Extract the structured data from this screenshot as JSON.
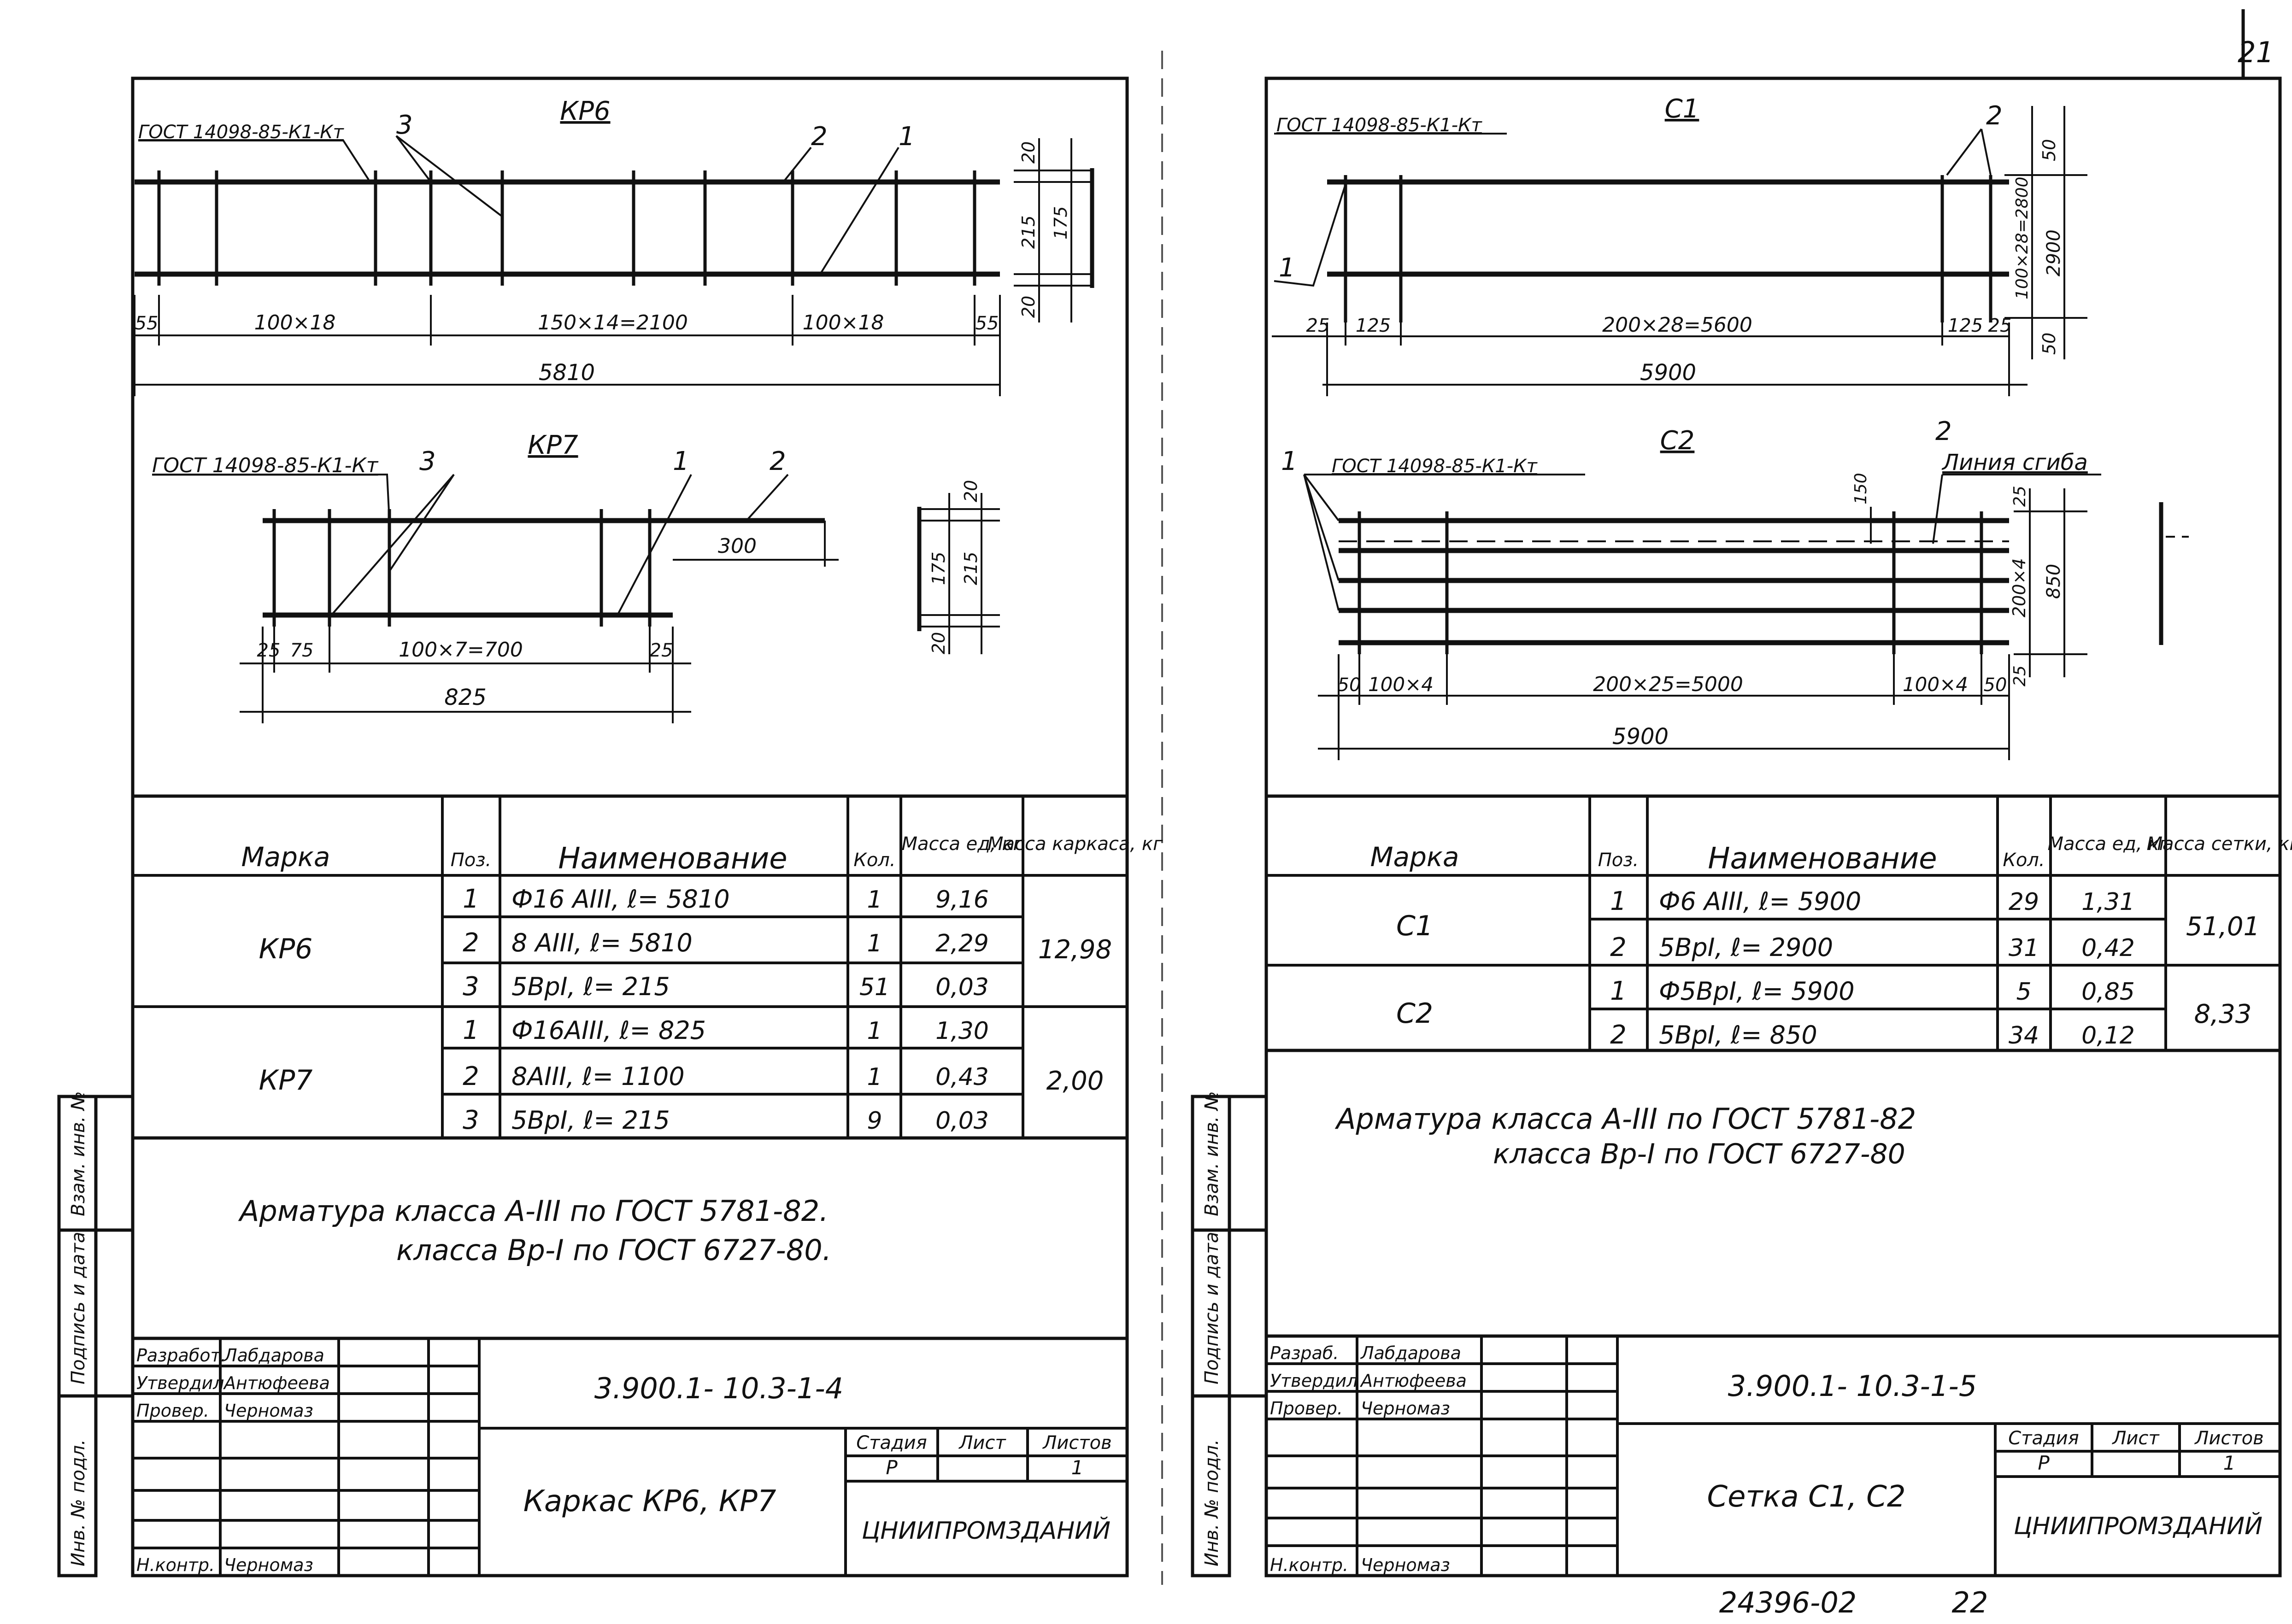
{
  "page_number": "21",
  "bottom_code": "24396-02",
  "bottom_num": "22",
  "left": {
    "kr6": {
      "title": "КР6",
      "gost": "ГОСТ 14098-85-К1-Кт",
      "pos3": "3",
      "pos2": "2",
      "pos1": "1",
      "dims": {
        "a": "55",
        "b": "100×18",
        "c": "150×14=2100",
        "d": "100×18",
        "e": "55",
        "total": "5810",
        "v20a": "20",
        "v175": "175",
        "v215": "215",
        "v20b": "20"
      }
    },
    "kr7": {
      "title": "КР7",
      "gost": "ГОСТ 14098-85-К1-Кт",
      "pos3": "3",
      "pos1": "1",
      "pos2": "2",
      "dims": {
        "a": "25",
        "b": "75",
        "c": "100×7=700",
        "d": "25",
        "total": "825",
        "l300": "300",
        "v20a": "20",
        "v175": "175",
        "v215": "215",
        "v20b": "20"
      }
    },
    "table": {
      "headers": {
        "mark": "Марка",
        "pos": "Поз.",
        "name": "Наименование",
        "qty": "Кол.",
        "mass_unit": "Масса ед, кг",
        "mass_total": "Масса каркаса, кг"
      },
      "groups": [
        {
          "mark": "КР6",
          "total": "12,98",
          "rows": [
            {
              "pos": "1",
              "name": "Ф16 АIII,   ℓ= 5810",
              "qty": "1",
              "mass": "9,16"
            },
            {
              "pos": "2",
              "name": "8 АIII,   ℓ= 5810",
              "qty": "1",
              "mass": "2,29"
            },
            {
              "pos": "3",
              "name": "5ВрI,   ℓ= 215",
              "qty": "51",
              "mass": "0,03"
            }
          ]
        },
        {
          "mark": "КР7",
          "total": "2,00",
          "rows": [
            {
              "pos": "1",
              "name": "Ф16АIII,   ℓ= 825",
              "qty": "1",
              "mass": "1,30"
            },
            {
              "pos": "2",
              "name": "8АIII,   ℓ= 1100",
              "qty": "1",
              "mass": "0,43"
            },
            {
              "pos": "3",
              "name": "5ВрI,   ℓ= 215",
              "qty": "9",
              "mass": "0,03"
            }
          ]
        }
      ]
    },
    "note1": "Арматура класса  А-III  по ГОСТ 5781-82.",
    "note2": "класса  Вр-I  по ГОСТ 6727-80.",
    "stamp": {
      "side1": "Взам. инв. №",
      "side2": "Подпись и дата",
      "side3": "Инв. № подл.",
      "r1": "Разработ.",
      "n1": "Лабдарова",
      "r2": "Утвердил",
      "n2": "Антюфеева",
      "r3": "Провер.",
      "n3": "Черномаз",
      "r4": "Н.контр.",
      "n4": "Черномаз",
      "code": "3.900.1- 10.3-1-4",
      "stage_h": "Стадия",
      "sheet_h": "Лист",
      "sheets_h": "Листов",
      "stage": "Р",
      "sheets": "1",
      "title": "Каркас КР6, КР7",
      "org": "ЦНИИПРОМЗДАНИЙ"
    }
  },
  "right": {
    "s1": {
      "title": "С1",
      "gost": "ГОСТ 14098-85-К1-Кт",
      "pos1": "1",
      "pos2": "2",
      "dims": {
        "a": "25",
        "b": "125",
        "c": "200×28=5600",
        "d": "125",
        "e": "25",
        "total": "5900",
        "v50a": "50",
        "v2800": "100×28=2800",
        "v2900": "2900",
        "v50b": "50"
      }
    },
    "s2": {
      "title": "С2",
      "gost": "ГОСТ 14098-85-К1-Кт",
      "pos1": "1",
      "pos2": "2",
      "bend": "Линия сгиба",
      "dims": {
        "a": "50",
        "b": "100×4",
        "c": "200×25=5000",
        "d": "100×4",
        "e": "50",
        "total": "5900",
        "v150": "150",
        "v25a": "25",
        "v800": "200×4",
        "v850": "850",
        "v25b": "25"
      }
    },
    "table": {
      "headers": {
        "mark": "Марка",
        "pos": "Поз.",
        "name": "Наименование",
        "qty": "Кол.",
        "mass_unit": "Масса ед, кг",
        "mass_total": "Масса сетки, кг"
      },
      "groups": [
        {
          "mark": "С1",
          "total": "51,01",
          "rows": [
            {
              "pos": "1",
              "name": "Ф6 АIII,   ℓ= 5900",
              "qty": "29",
              "mass": "1,31"
            },
            {
              "pos": "2",
              "name": "5ВрI,   ℓ= 2900",
              "qty": "31",
              "mass": "0,42"
            }
          ]
        },
        {
          "mark": "С2",
          "total": "8,33",
          "rows": [
            {
              "pos": "1",
              "name": "Ф5ВрI,   ℓ= 5900",
              "qty": "5",
              "mass": "0,85"
            },
            {
              "pos": "2",
              "name": "5ВрI,   ℓ= 850",
              "qty": "34",
              "mass": "0,12"
            }
          ]
        }
      ]
    },
    "note1": "Арматура класса  А-III  по ГОСТ 5781-82",
    "note2": "класса  Вр-I  по ГОСТ 6727-80",
    "stamp": {
      "side1": "Взам. инв. №",
      "side2": "Подпись и дата",
      "side3": "Инв. № подл.",
      "r1": "Разраб.",
      "n1": "Лабдарова",
      "r2": "Утвердил",
      "n2": "Антюфеева",
      "r3": "Провер.",
      "n3": "Черномаз",
      "r4": "Н.контр.",
      "n4": "Черномаз",
      "code": "3.900.1- 10.3-1-5",
      "stage_h": "Стадия",
      "sheet_h": "Лист",
      "sheets_h": "Листов",
      "stage": "Р",
      "sheets": "1",
      "title": "Сетка С1, С2",
      "org": "ЦНИИПРОМЗДАНИЙ"
    }
  }
}
